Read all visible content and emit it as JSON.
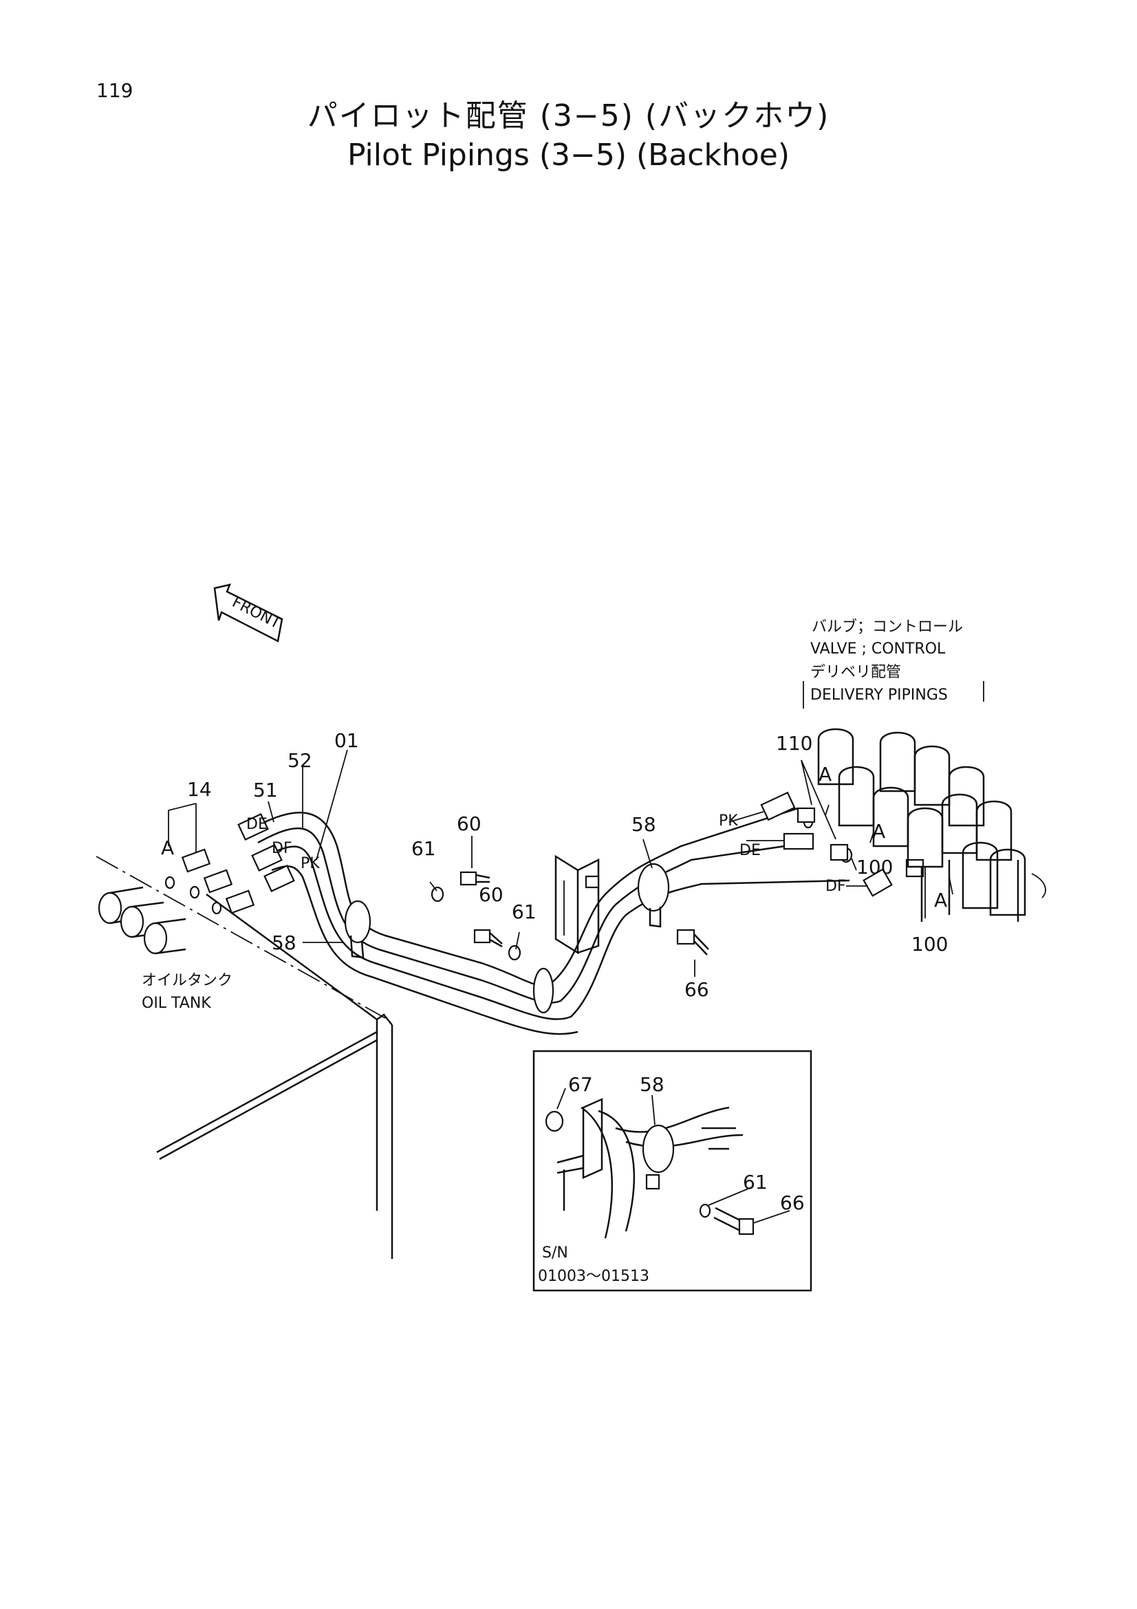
{
  "page_number": "119",
  "title_jp": "パイロット配管 (3−5) (バックホウ)",
  "title_en": "Pilot Pipings (3−5) (Backhoe)",
  "front_label": "FRONT",
  "labels": {
    "valve_jp": "バルブ；コントロール",
    "valve_en": "VALVE ; CONTROL",
    "delivery_jp": "デリベリ配管",
    "delivery_en": "DELIVERY PIPINGS",
    "oil_tank_jp": "オイルタンク",
    "oil_tank_en": "OIL TANK"
  },
  "part_numbers": {
    "p01": "01",
    "p52": "52",
    "p51": "51",
    "p14": "14",
    "p60a": "60",
    "p60b": "60",
    "p61a": "61",
    "p61b": "61",
    "p58a": "58",
    "p58b": "58",
    "p66": "66",
    "p110": "110",
    "p100a": "100",
    "p100b": "100"
  },
  "port_labels": {
    "a1": "A",
    "a2": "A",
    "a3": "A",
    "a4": "A",
    "de1": "DE",
    "df1": "DF",
    "pk1": "PK",
    "pk2": "PK",
    "de2": "DE",
    "df2": "DF"
  },
  "inset": {
    "p67": "67",
    "p58": "58",
    "p61": "61",
    "p66": "66",
    "sn_label": "S/N",
    "sn_range": "01003～01513"
  }
}
